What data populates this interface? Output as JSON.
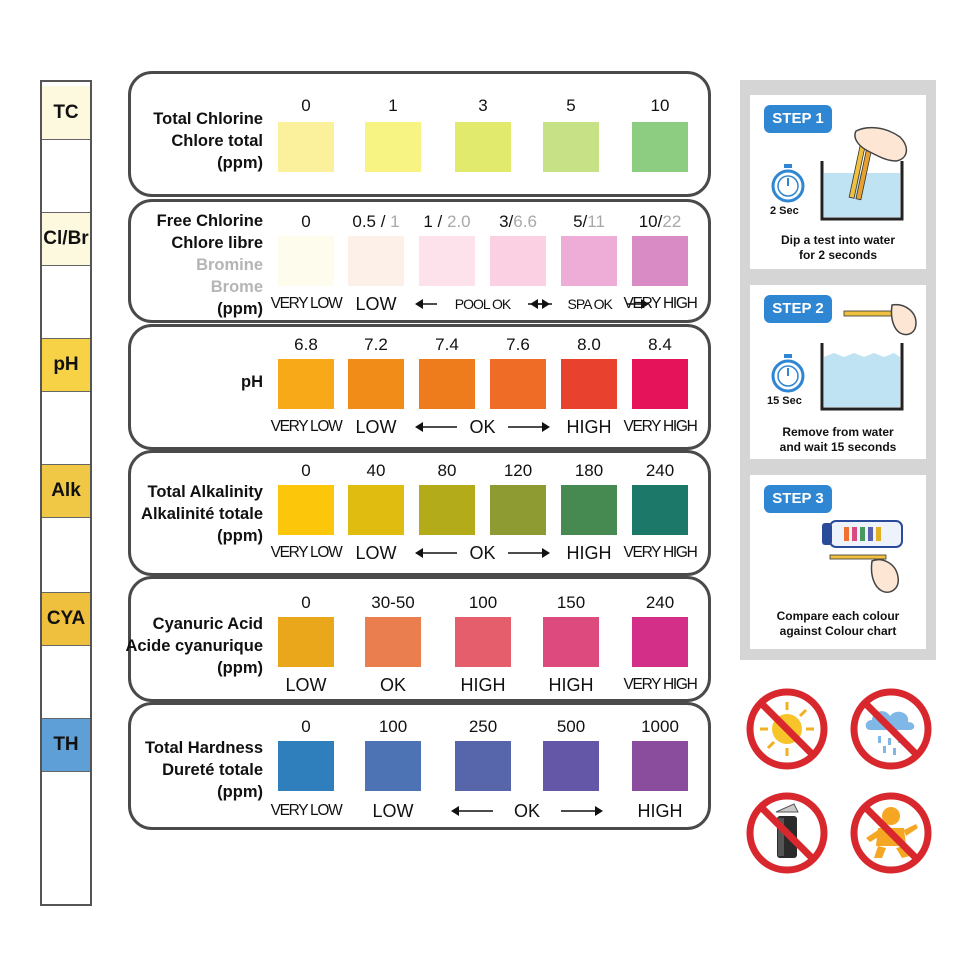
{
  "strip": {
    "pads": [
      {
        "label": "TC",
        "color": "#fdf9de"
      },
      {
        "label": "Cl/Br",
        "color": "#fdf9de"
      },
      {
        "label": "pH",
        "color": "#f7d146"
      },
      {
        "label": "Alk",
        "color": "#f0c846"
      },
      {
        "label": "CYA",
        "color": "#efc03e"
      },
      {
        "label": "TH",
        "color": "#5d9fd6"
      }
    ]
  },
  "panels": [
    {
      "labels": [
        {
          "text": "Total Chlorine"
        },
        {
          "text": "Chlore total"
        },
        {
          "text": "(ppm)"
        }
      ],
      "values": [
        {
          "a": "0"
        },
        {
          "a": "1"
        },
        {
          "a": "3"
        },
        {
          "a": "5"
        },
        {
          "a": "10"
        }
      ],
      "colors": [
        "#fbf19d",
        "#f8f484",
        "#e2ea6e",
        "#c7e186",
        "#8dcd82"
      ],
      "levels": [],
      "ranges": []
    },
    {
      "labels": [
        {
          "text": "Free Chlorine"
        },
        {
          "text": "Chlore libre"
        },
        {
          "text": "Bromine",
          "muted": true
        },
        {
          "text": "Brome",
          "muted": true
        },
        {
          "text": "(ppm)"
        }
      ],
      "values": [
        {
          "a": "0"
        },
        {
          "a": "0.5 / ",
          "b": "1"
        },
        {
          "a": "1 / ",
          "b": "2.0"
        },
        {
          "a": "3/",
          "b": "6.6"
        },
        {
          "a": "5/",
          "b": "11"
        },
        {
          "a": "10/",
          "b": "22"
        }
      ],
      "colors": [
        "#fefcec",
        "#fdf0e8",
        "#fde2ec",
        "#fbd0e3",
        "#edadd6",
        "#d98bc6"
      ],
      "levels": [
        {
          "text": "VERY LOW",
          "col": 0,
          "narrow": true
        },
        {
          "text": "LOW",
          "col": 1
        },
        {
          "text": "VERY HIGH",
          "col": 5,
          "narrow": true
        }
      ],
      "ranges": [
        {
          "text": "POOL OK",
          "from": 2,
          "to": 3,
          "narrow": true
        },
        {
          "text": "SPA OK",
          "from": 3.5,
          "to": 4.4,
          "narrow": true
        }
      ]
    },
    {
      "labels": [
        {
          "text": "pH"
        }
      ],
      "values": [
        {
          "a": "6.8"
        },
        {
          "a": "7.2"
        },
        {
          "a": "7.4"
        },
        {
          "a": "7.6"
        },
        {
          "a": "8.0"
        },
        {
          "a": "8.4"
        }
      ],
      "colors": [
        "#f7a917",
        "#f28c18",
        "#ef7c1c",
        "#ef6c26",
        "#e8412d",
        "#e5135a"
      ],
      "levels": [
        {
          "text": "VERY LOW",
          "col": 0,
          "narrow": true
        },
        {
          "text": "LOW",
          "col": 1
        },
        {
          "text": "HIGH",
          "col": 4
        },
        {
          "text": "VERY HIGH",
          "col": 5,
          "narrow": true
        }
      ],
      "ranges": [
        {
          "text": "OK",
          "from": 2,
          "to": 3
        }
      ]
    },
    {
      "labels": [
        {
          "text": "Total Alkalinity"
        },
        {
          "text": "Alkalinité totale"
        },
        {
          "text": "(ppm)"
        }
      ],
      "values": [
        {
          "a": "0"
        },
        {
          "a": "40"
        },
        {
          "a": "80"
        },
        {
          "a": "120"
        },
        {
          "a": "180"
        },
        {
          "a": "240"
        }
      ],
      "colors": [
        "#fcc70b",
        "#dfbc0f",
        "#b3ab1a",
        "#8e9a32",
        "#468a52",
        "#1c7868"
      ],
      "levels": [
        {
          "text": "VERY LOW",
          "col": 0,
          "narrow": true
        },
        {
          "text": "LOW",
          "col": 1
        },
        {
          "text": "HIGH",
          "col": 4
        },
        {
          "text": "VERY HIGH",
          "col": 5,
          "narrow": true
        }
      ],
      "ranges": [
        {
          "text": "OK",
          "from": 2,
          "to": 3
        }
      ]
    },
    {
      "labels": [
        {
          "text": "Cyanuric Acid"
        },
        {
          "text": "Acide cyanurique"
        },
        {
          "text": "(ppm)"
        }
      ],
      "values": [
        {
          "a": "0"
        },
        {
          "a": "30-50"
        },
        {
          "a": "100"
        },
        {
          "a": "150"
        },
        {
          "a": "240"
        }
      ],
      "colors": [
        "#eaa71b",
        "#ea7e4e",
        "#e45e6c",
        "#dc4a7e",
        "#d42f88"
      ],
      "levels": [
        {
          "text": "LOW",
          "col": 0
        },
        {
          "text": "OK",
          "col": 1
        },
        {
          "text": "HIGH",
          "col": 2
        },
        {
          "text": "HIGH",
          "col": 3
        },
        {
          "text": "VERY HIGH",
          "col": 4,
          "narrow": true
        }
      ],
      "ranges": []
    },
    {
      "labels": [
        {
          "text": "Total Hardness"
        },
        {
          "text": "Dureté totale"
        },
        {
          "text": "(ppm)"
        }
      ],
      "values": [
        {
          "a": "0"
        },
        {
          "a": "100"
        },
        {
          "a": "250"
        },
        {
          "a": "500"
        },
        {
          "a": "1000"
        }
      ],
      "colors": [
        "#2f7fbd",
        "#4e73b5",
        "#5766ab",
        "#6457a7",
        "#8a4c9c"
      ],
      "levels": [
        {
          "text": "VERY LOW",
          "col": 0,
          "narrow": true
        },
        {
          "text": "LOW",
          "col": 1
        },
        {
          "text": "HIGH",
          "col": 4
        }
      ],
      "ranges": [
        {
          "text": "OK",
          "from": 2,
          "to": 3
        }
      ]
    }
  ],
  "steps": {
    "step1": {
      "badge": "STEP 1",
      "time": "2 Sec",
      "caption1": "Dip a test into water",
      "caption2": "for 2 seconds"
    },
    "step2": {
      "badge": "STEP 2",
      "time": "15 Sec",
      "caption1": "Remove from water",
      "caption2": "and wait 15 seconds"
    },
    "step3": {
      "badge": "STEP 3",
      "caption1": "Compare each colour",
      "caption2": "against Colour chart"
    }
  },
  "warnings": [
    {
      "icon": "no-sunlight-icon"
    },
    {
      "icon": "no-rain-icon"
    },
    {
      "icon": "no-open-container-icon"
    },
    {
      "icon": "keep-away-from-children-icon"
    }
  ],
  "accent": "#2f86d3",
  "warning_red": "#d9272e"
}
